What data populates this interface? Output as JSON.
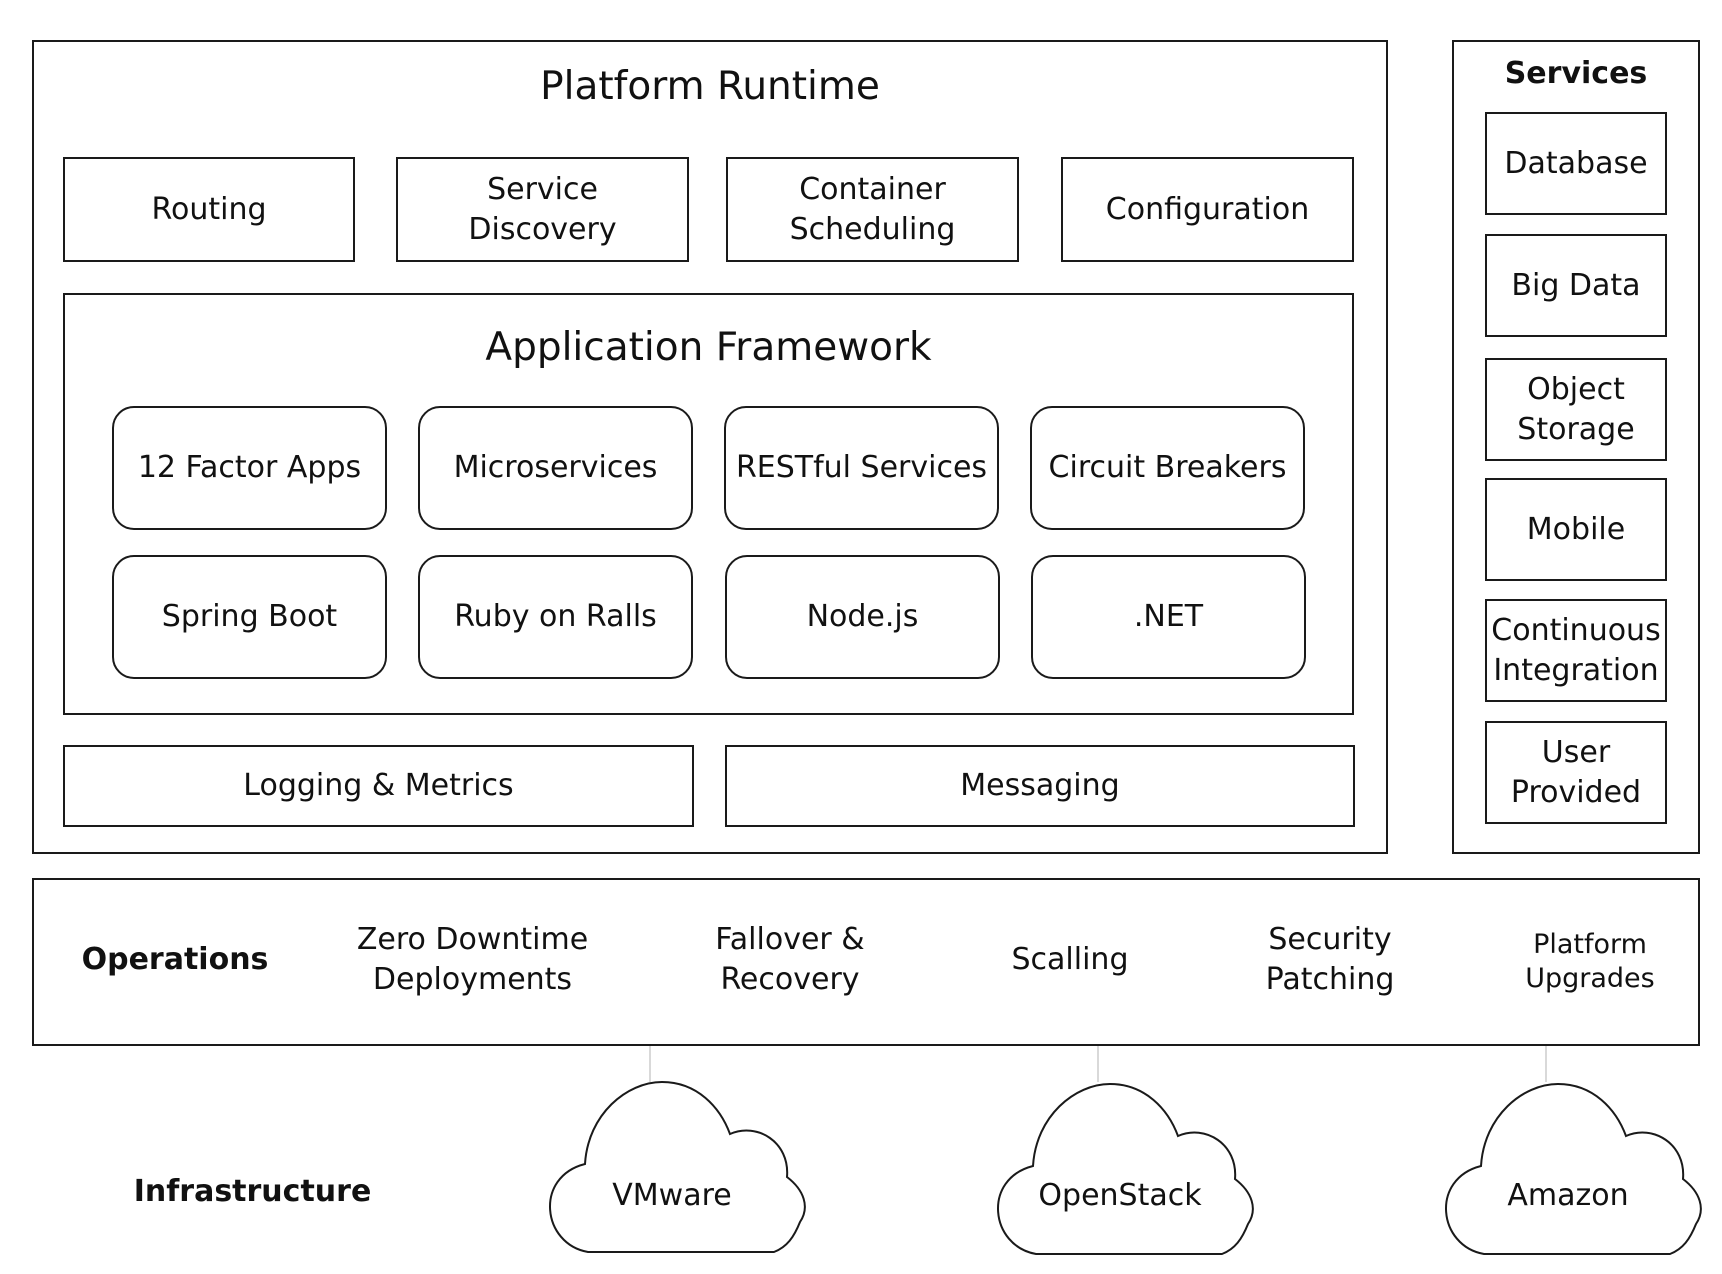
{
  "platform_runtime": {
    "title": "Platform Runtime",
    "top_row": [
      "Routing",
      "Service\nDiscovery",
      "Container\nScheduling",
      "Configuration"
    ],
    "application_framework": {
      "title": "Application Framework",
      "row1": [
        "12 Factor Apps",
        "Microservices",
        "RESTful Services",
        "Circuit Breakers"
      ],
      "row2": [
        "Spring Boot",
        "Ruby on Ralls",
        "Node.js",
        ".NET"
      ]
    },
    "bottom_row": [
      "Logging & Metrics",
      "Messaging"
    ]
  },
  "services": {
    "title": "Services",
    "items": [
      "Database",
      "Big Data",
      "Object\nStorage",
      "Mobile",
      "Continuous\nIntegration",
      "User\nProvided"
    ]
  },
  "operations": {
    "title": "Operations",
    "items": [
      "Zero Downtime\nDeployments",
      "Fallover &\nRecovery",
      "Scalling",
      "Security\nPatching",
      "Platform\nUpgrades"
    ]
  },
  "infrastructure": {
    "title": "Infrastructure",
    "clouds": [
      "VMware",
      "OpenStack",
      "Amazon"
    ]
  }
}
